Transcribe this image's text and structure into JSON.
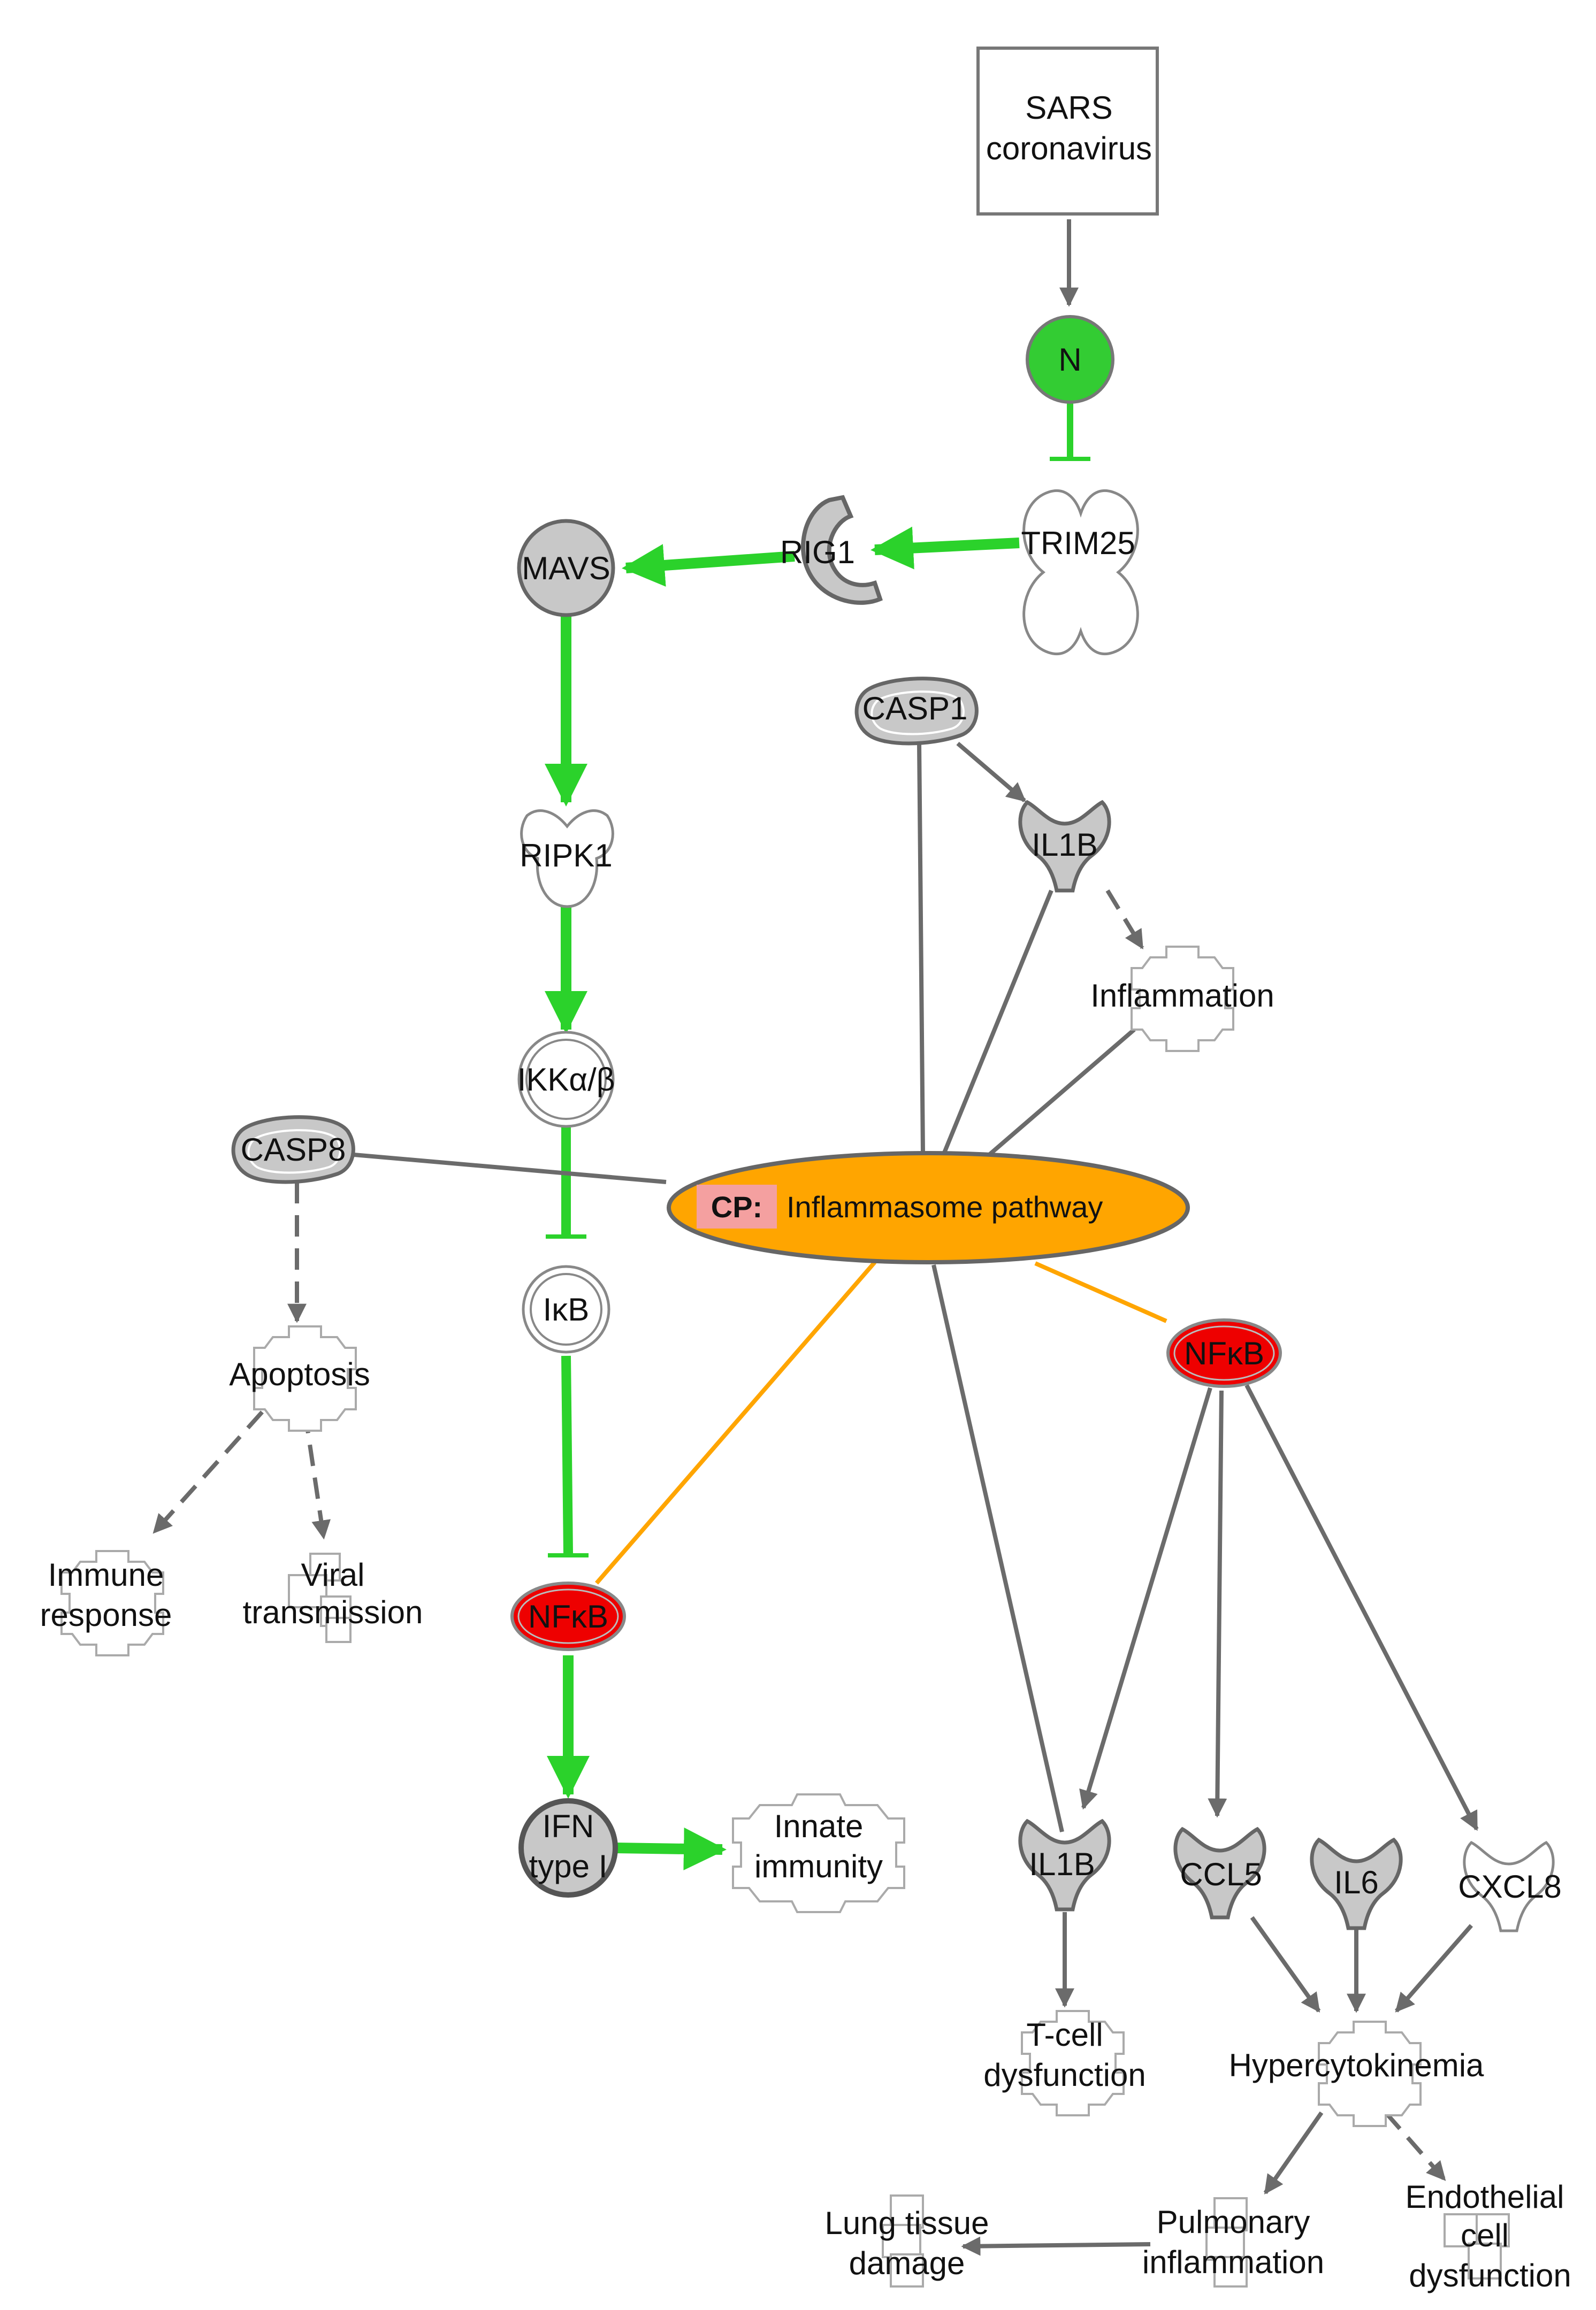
{
  "colors": {
    "activation": "#2bd22b",
    "neutral_edge": "#6b6b6b",
    "cp_fill": "#ffa500",
    "cp_edge": "#ffa500",
    "nfkb_fill": "#ee0000",
    "gray_node": "#c8c8c8",
    "green_node": "#33cc33",
    "cp_tag": "#f4a0a0"
  },
  "nodes": {
    "sars": {
      "label_1": "SARS",
      "label_2": "coronavirus"
    },
    "n": {
      "label": "N"
    },
    "trim25": {
      "label": "TRIM25"
    },
    "rig1": {
      "label": "RIG1"
    },
    "mavs": {
      "label": "MAVS"
    },
    "ripk1": {
      "label": "RIPK1"
    },
    "ikk": {
      "label": "IKKα/β"
    },
    "ikb": {
      "label": "IκB"
    },
    "nfkb_left": {
      "label": "NFκB"
    },
    "ifn": {
      "label_1": "IFN",
      "label_2": "type I"
    },
    "innate": {
      "label_1": "Innate",
      "label_2": "immunity"
    },
    "casp1": {
      "label": "CASP1"
    },
    "il1b_top": {
      "label": "IL1B"
    },
    "inflammation": {
      "label": "Inflammation"
    },
    "casp8": {
      "label": "CASP8"
    },
    "cp": {
      "tag": "CP:",
      "label": "Inflammasome pathway"
    },
    "apoptosis": {
      "label": "Apoptosis"
    },
    "immune_response": {
      "label_1": "Immune",
      "label_2": "response"
    },
    "viral_transmission": {
      "label_1": "Viral",
      "label_2": "transmission"
    },
    "nfkb_right": {
      "label": "NFκB"
    },
    "il1b_bottom": {
      "label": "IL1B"
    },
    "ccl5": {
      "label": "CCL5"
    },
    "il6": {
      "label": "IL6"
    },
    "cxcl8": {
      "label": "CXCL8"
    },
    "tcell": {
      "label_1": "T-cell",
      "label_2": "dysfunction"
    },
    "hypercytokinemia": {
      "label": "Hypercytokinemia"
    },
    "lung": {
      "label_1": "Lung tissue",
      "label_2": "damage"
    },
    "pulmonary": {
      "label_1": "Pulmonary",
      "label_2": "inflammation"
    },
    "endothelial": {
      "label_1": "Endothelial",
      "label_2": "cell",
      "label_3": "dysfunction"
    }
  }
}
